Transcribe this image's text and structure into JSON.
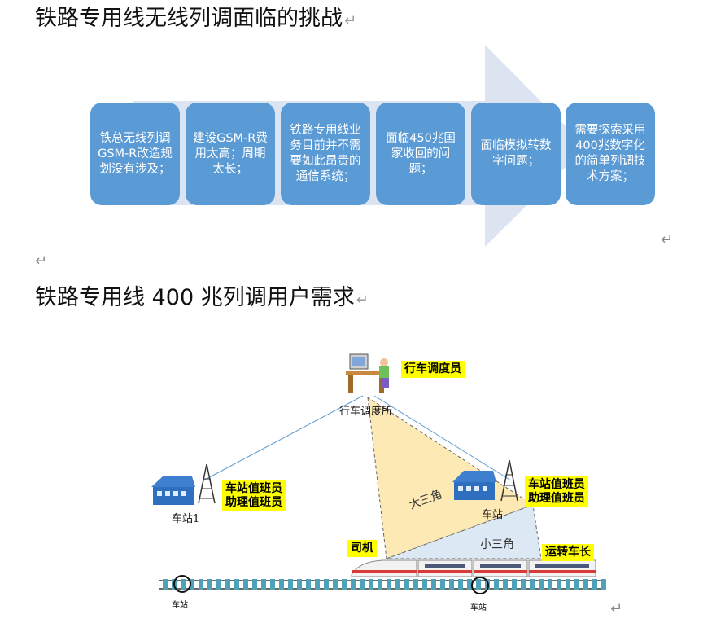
{
  "section1": {
    "title": "铁路专用线无线列调面临的挑战",
    "steps": [
      "铁总无线列调GSM-R改造规划没有涉及；",
      "建设GSM-R费用太高；周期太长；",
      "铁路专用线业务目前并不需要如此昂贵的通信系统；",
      "面临450兆国家收回的问题；",
      "面临模拟转数字问题；",
      "需要探索采用400兆数字化的简单列调技术方案；"
    ]
  },
  "section2": {
    "title": "铁路专用线 400 兆列调用户需求"
  },
  "diagram": {
    "dispatcher": "行车调度员",
    "dispatch_office": "行车调度所",
    "station1_staff": "车站值班员\n助理值班员",
    "station1_name": "车站1",
    "station2_staff": "车站值班员\n助理值班员",
    "station2_name": "车站",
    "big_triangle": "大三角",
    "small_triangle": "小三角",
    "driver": "司机",
    "conductor": "运转车长",
    "track_station_left": "车站",
    "track_station_right": "车站"
  },
  "marks": {
    "return": "↵"
  },
  "colors": {
    "step_fill": "#5b9bd5",
    "arrow_fill": "#dce3f1",
    "highlight": "#ffff00"
  }
}
